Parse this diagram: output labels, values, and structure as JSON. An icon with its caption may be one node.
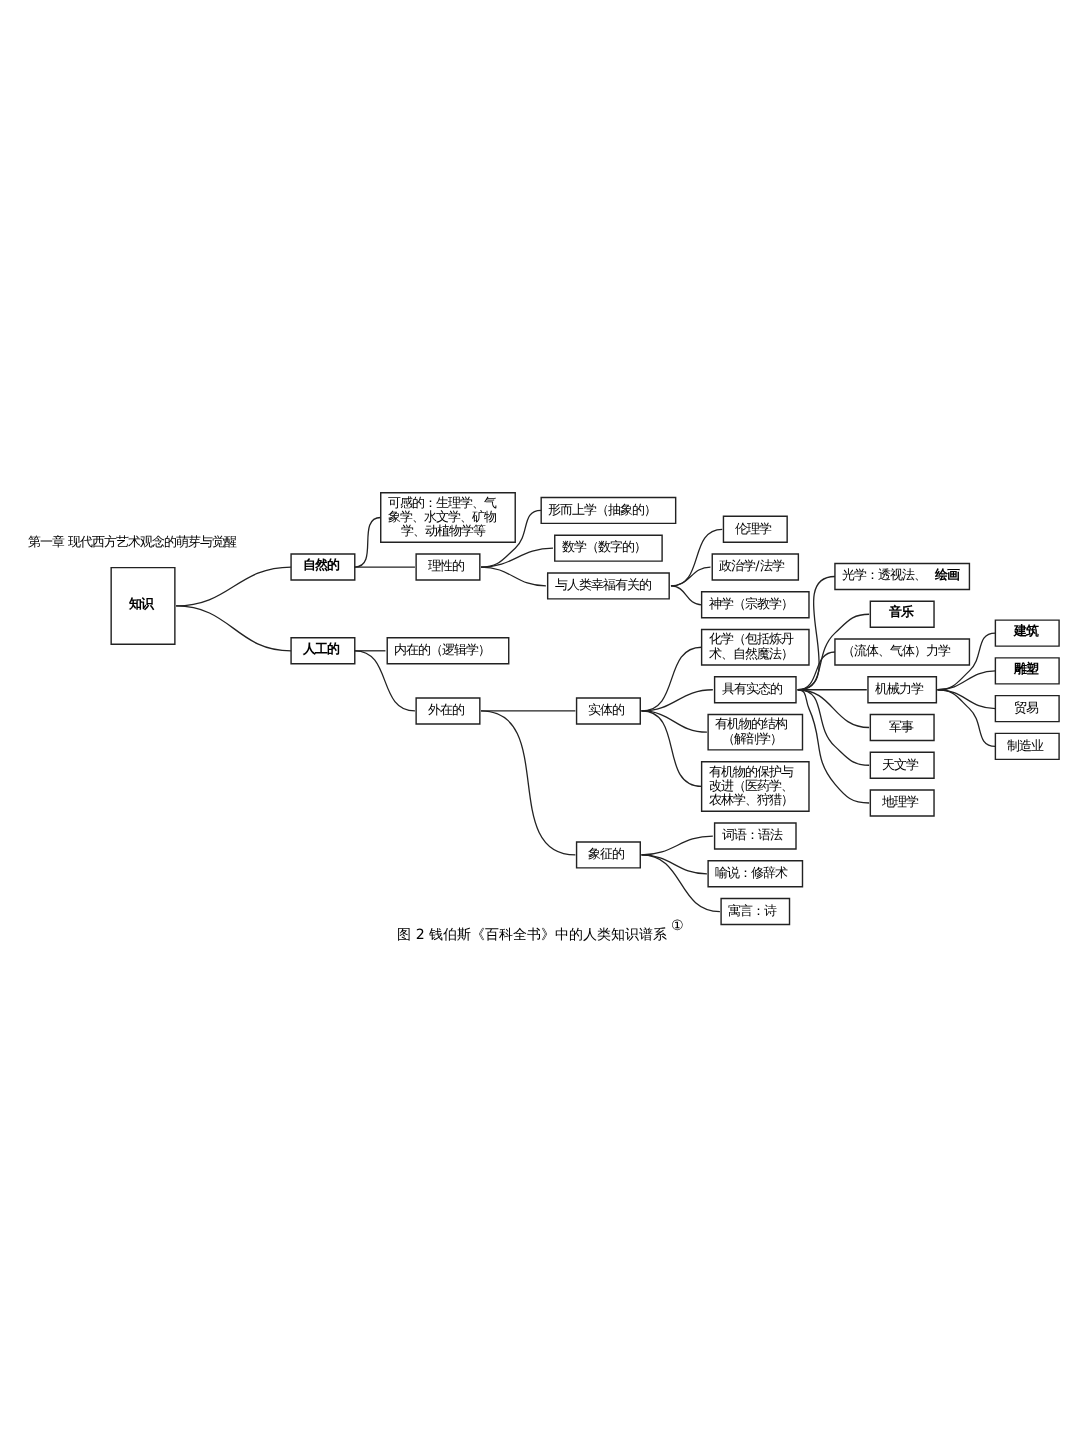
{
  "diagram": {
    "caption": "图 2 钱伯斯《百科全书》中的人类知识谱系$^{①}$",
    "nodes": [
      {
        "text": [
          "知识"
        ]
      },
      {
        "text": [
          "自然的"
        ]
      },
      {
        "text": [
          "可感的：生理学、气象学、水文学、矿物学、动植物学等"
        ]
      },
      {
        "text": [
          "理性的"
        ]
      },
      {
        "text": [
          "形而上学（抽象的）"
        ]
      },
      {
        "text": [
          "数学（数字的）"
        ]
      },
      {
        "text": [
          "与人类幸福有关的"
        ]
      },
      {
        "text": [
          "伦理学"
        ]
      },
      {
        "text": [
          "政治学/法学"
        ]
      },
      {
        "text": [
          "神学（宗教学）"
        ]
      },
      {
        "text": [
          "人工的"
        ]
      },
      {
        "text": [
          "内在的（逻辑学）"
        ]
      },
      {
        "text": [
          "外在的"
        ]
      },
      {
        "text": [
          "实体的"
        ]
      },
      {
        "text": [
          "化学（包括炼丹术、自然魔法）"
        ]
      },
      {
        "text": [
          "具有实态的"
        ]
      },
      {
        "text": [
          "光学：透视法、**绘画**"
        ]
      },
      {
        "text": [
          "音乐"
        ]
      },
      {
        "text": [
          "（流体、气体）力学"
        ]
      },
      {
        "text": [
          "机械力学"
        ]
      },
      {
        "text": [
          "建筑"
        ]
      },
      {
        "text": [
          "雕塑"
        ]
      },
      {
        "text": [
          "贸易"
        ]
      },
      {
        "text": [
          "制造业"
        ]
      },
      {
        "text": [
          "军事"
        ]
      },
      {
        "text": [
          "天文学"
        ]
      },
      {
        "text": [
          "地理学"
        ]
      },
      {
        "text": [
          "有机物的结构（解剖学）"
        ]
      },
      {
        "text": [
          "有机物的保护与改进（医药学、农林学、狩猎）"
        ]
      },
      {
        "text": [
          "象征的"
        ]
      },
      {
        "text": [
          "词语：语法"
        ]
      },
      {
        "text": [
          "喻说：修辞术"
        ]
      },
      {
        "text": [
          "寓言：诗"
        ]
      }
    ],
    "edges": [
      {
        "from": 0,
        "to": 1,
        "arrow": "none"
      },
      {
        "from": 0,
        "to": 10,
        "arrow": "none"
      },
      {
        "from": 1,
        "to": 2,
        "arrow": "none"
      },
      {
        "from": 1,
        "to": 3,
        "arrow": "none"
      },
      {
        "from": 3,
        "to": 4,
        "arrow": "none"
      },
      {
        "from": 3,
        "to": 5,
        "arrow": "none"
      },
      {
        "from": 3,
        "to": 6,
        "arrow": "none"
      },
      {
        "from": 6,
        "to": 7,
        "arrow": "none"
      },
      {
        "from": 6,
        "to": 8,
        "arrow": "none"
      },
      {
        "from": 6,
        "to": 9,
        "arrow": "none"
      },
      {
        "from": 10,
        "to": 11,
        "arrow": "none"
      },
      {
        "from": 10,
        "to": 12,
        "arrow": "none"
      },
      {
        "from": 12,
        "to": 13,
        "arrow": "none"
      },
      {
        "from": 12,
        "to": 29,
        "arrow": "none"
      },
      {
        "from": 13,
        "to": 14,
        "arrow": "none"
      },
      {
        "from": 13,
        "to": 15,
        "arrow": "none"
      },
      {
        "from": 13,
        "to": 27,
        "arrow": "none"
      },
      {
        "from": 13,
        "to": 28,
        "arrow": "none"
      },
      {
        "from": 15,
        "to": 16,
        "arrow": "none"
      },
      {
        "from": 15,
        "to": 17,
        "arrow": "none"
      },
      {
        "from": 15,
        "to": 18,
        "arrow": "none"
      },
      {
        "from": 15,
        "to": 19,
        "arrow": "none"
      },
      {
        "from": 15,
        "to": 24,
        "arrow": "none"
      },
      {
        "from": 15,
        "to": 25,
        "arrow": "none"
      },
      {
        "from": 15,
        "to": 26,
        "arrow": "none"
      },
      {
        "from": 19,
        "to": 20,
        "arrow": "none"
      },
      {
        "from": 19,
        "to": 21,
        "arrow": "none"
      },
      {
        "from": 19,
        "to": 22,
        "arrow": "none"
      },
      {
        "from": 19,
        "to": 23,
        "arrow": "none"
      },
      {
        "from": 29,
        "to": 30,
        "arrow": "none"
      },
      {
        "from": 29,
        "to": 31,
        "arrow": "none"
      },
      {
        "from": 29,
        "to": 32,
        "arrow": "none"
      }
    ],
    "labels": [
      "第一章 现代西方艺术观念的萌芽与觉醒"
    ]
  }
}
